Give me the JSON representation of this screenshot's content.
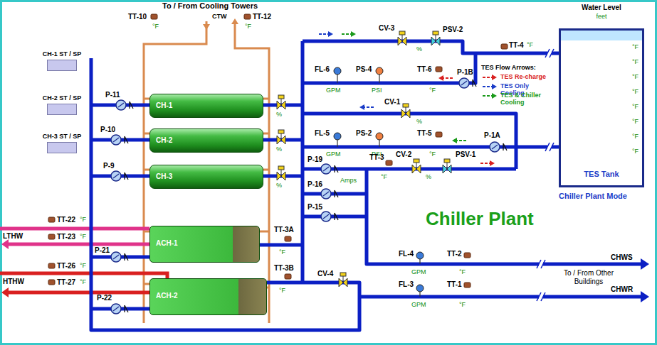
{
  "diagram": {
    "title": "Chiller Plant",
    "nodes": [
      {
        "text": [
          "CH-1 ST / SP"
        ]
      },
      {
        "text": [
          "CH-2 ST / SP"
        ]
      },
      {
        "text": [
          "CH-3 ST / SP"
        ]
      },
      {
        "text": [
          "CH-1"
        ]
      },
      {
        "text": [
          "CH-2"
        ]
      },
      {
        "text": [
          "CH-3"
        ]
      },
      {
        "text": [
          "ACH-1"
        ]
      },
      {
        "text": [
          "ACH-2"
        ]
      },
      {
        "text": [
          "Water Level",
          "feet",
          "°F",
          "°F",
          "°F",
          "°F",
          "°F",
          "°F",
          "°F",
          "°F",
          "TES Tank"
        ]
      }
    ],
    "labels": [
      "To / From Cooling Towers",
      "CTW",
      "TT-10",
      "°F",
      "TT-12",
      "°F",
      "CV-3",
      "PSV-2",
      "%",
      "FL-6",
      "GPM",
      "PS-4",
      "PSI",
      "TT-6",
      "°F",
      "P-1B",
      "TT-4",
      "°F",
      "CV-1",
      "%",
      "FL-5",
      "GPM",
      "PS-2",
      "PSI",
      "TT-5",
      "°F",
      "P-1A",
      "P-11",
      "%",
      "P-10",
      "%",
      "P-9",
      "%",
      "P-19",
      "Amps",
      "TT-3",
      "°F",
      "CV-2",
      "PSV-1",
      "%",
      "P-16",
      "P-15",
      "TT-22",
      "°F",
      "LTHW",
      "TT-23",
      "°F",
      "TT-26",
      "°F",
      "HTHW",
      "TT-27",
      "°F",
      "P-21",
      "TT-3A",
      "°F",
      "P-22",
      "TT-3B",
      "°F",
      "CV-4",
      "FL-4",
      "GPM",
      "TT-2",
      "°F",
      "CHWS",
      "To / From Other Buildings",
      "FL-3",
      "GPM",
      "TT-1",
      "°F",
      "CHWR",
      "Chiller Plant Mode",
      "TES Flow Arrows:"
    ],
    "legend": [
      {
        "text": "TES Re-charge"
      },
      {
        "text": "TES Only Cooling"
      },
      {
        "text": "TES & Chiller Cooling"
      }
    ]
  }
}
